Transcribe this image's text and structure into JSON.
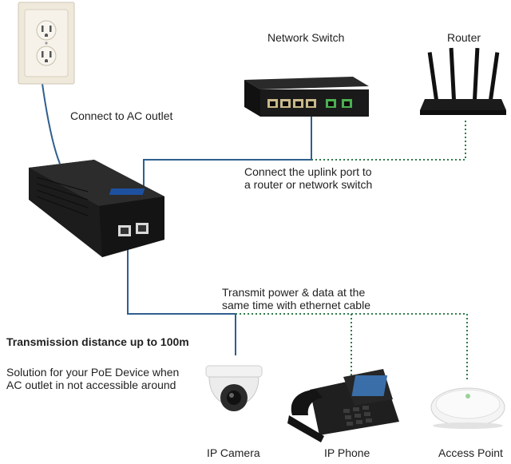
{
  "labels": {
    "network_switch": "Network Switch",
    "router": "Router",
    "ac_outlet": "Connect to AC outlet",
    "uplink": [
      "Connect the uplink port to",
      "a router or network switch"
    ],
    "transmit": [
      "Transmit power & data at the",
      "same time with ethernet cable"
    ],
    "distance": "Transmission distance up to 100m",
    "solution": [
      "Solution for your PoE Device when",
      "AC outlet in not accessible around"
    ],
    "ip_camera": "IP Camera",
    "ip_phone": "IP Phone",
    "access_point": "Access Point"
  },
  "colors": {
    "cable": "#2f5f8f",
    "dotted": "#2e7d4a",
    "device": "#1e1e1e",
    "outlet": "#f1ece1"
  }
}
